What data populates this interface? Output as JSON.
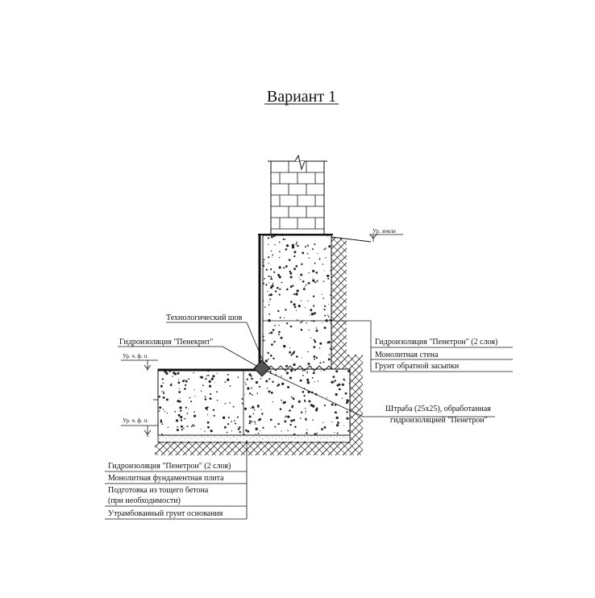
{
  "title": "Вариант 1",
  "callouts": {
    "tech_joint": "Технологический шов",
    "penekrit": "Гидроизоляция \"Пенекрит\"",
    "right_stack": [
      "Гидроизоляция \"Пенетрон\" (2 слоя)",
      "Монолитная стена",
      "Грунт обратной засыпки"
    ],
    "groove_line1": "Штраба (25х25), обработанная",
    "groove_line2": "гидроизоляцией \"Пенетрон\"",
    "bottom_stack": [
      "Гидроизоляция \"Пенетрон\" (2 слоя)",
      "Монолитная фундаментная плита",
      "Подготовка из тощего бетона",
      "(при необходимости)",
      "Утрамбованный грунт основания"
    ]
  },
  "level_marks": {
    "ground": "Ур. земли",
    "floor_top": "Ур. ч. ф. п.",
    "floor_bottom": "Ур. ч. ф. п."
  },
  "colors": {
    "ink": "#111111",
    "paper": "#ffffff"
  }
}
